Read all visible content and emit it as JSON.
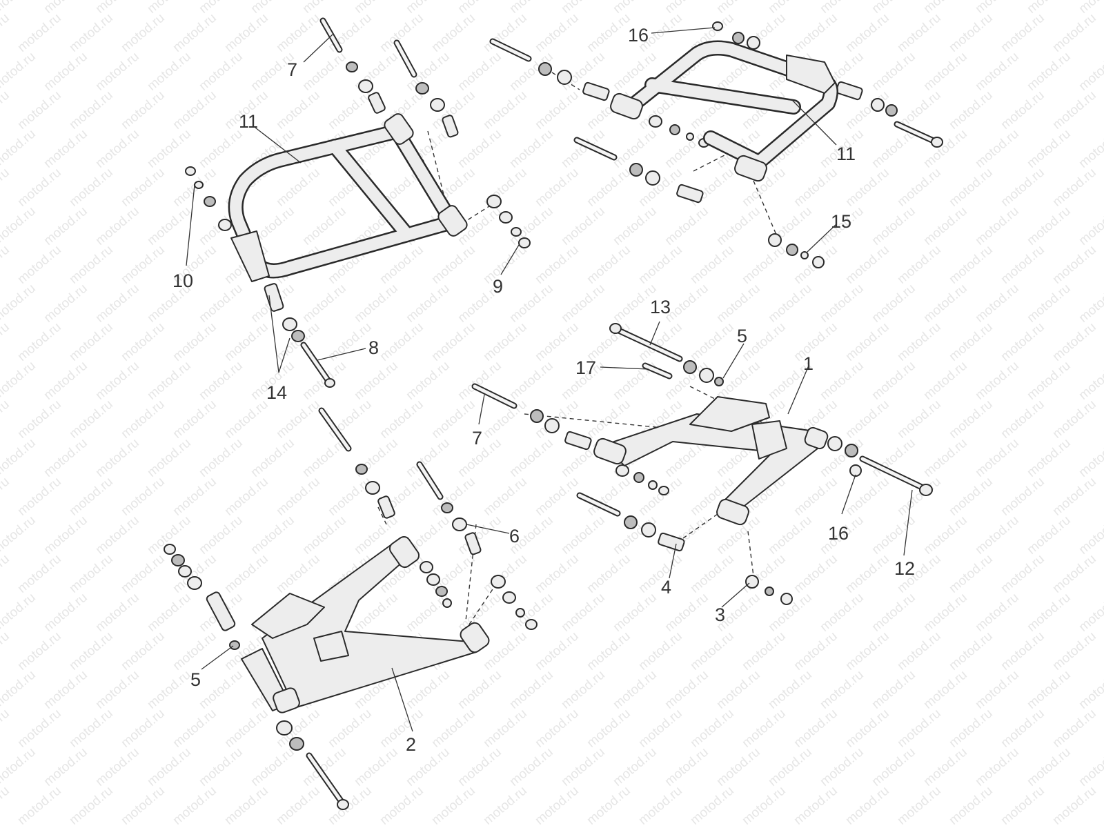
{
  "watermark": "motod.ru",
  "callouts": {
    "ul_7": "7",
    "ul_11": "11",
    "ul_10": "10",
    "ul_9": "9",
    "ul_14": "14",
    "ul_8": "8",
    "ur_16": "16",
    "ur_11": "11",
    "ur_15": "15",
    "lr_13": "13",
    "lr_5": "5",
    "lr_17": "17",
    "lr_1": "1",
    "lr_7": "7",
    "lr_16": "16",
    "lr_12": "12",
    "lr_4": "4",
    "lr_3": "3",
    "ll_6": "6",
    "ll_5": "5",
    "ll_2": "2"
  }
}
